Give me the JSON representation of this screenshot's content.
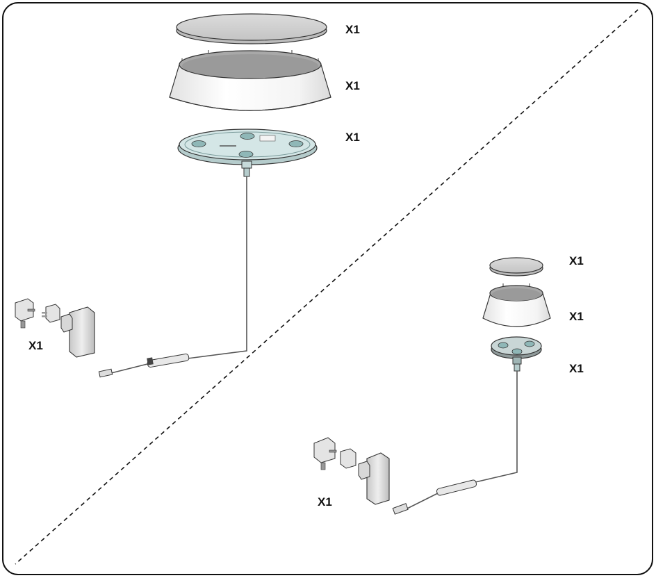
{
  "large_kit": {
    "top_cover_qty": "X1",
    "shade_ring_qty": "X1",
    "base_plate_qty": "X1",
    "power_adapter_qty": "X1"
  },
  "small_kit": {
    "top_cover_qty": "X1",
    "shade_ring_qty": "X1",
    "base_plate_qty": "X1",
    "power_adapter_qty": "X1"
  },
  "colors": {
    "frame": "#111111",
    "outline": "#333333",
    "cover_fill": "#d4d4d4",
    "shade_fill": "#f6f6f6",
    "base_fill": "#cfe3e3",
    "cable": "#555555"
  }
}
